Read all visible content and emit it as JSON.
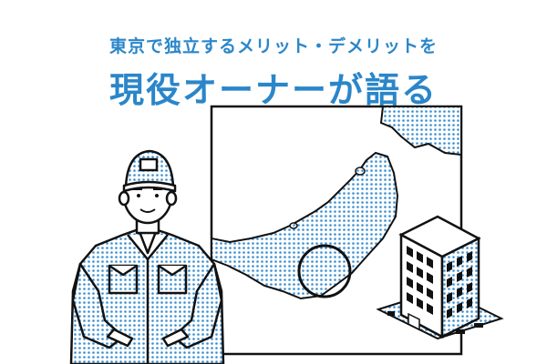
{
  "header": {
    "subtitle": "東京で独立するメリット・デメリットを",
    "title": "現役オーナーが語る"
  },
  "colors": {
    "accent": "#2a86c9",
    "ink": "#111111",
    "dot": "#3a8fd0",
    "background": "#ffffff"
  },
  "icons": [
    "map-of-japan",
    "tokyo-circle-marker",
    "worker-in-cap",
    "office-building"
  ]
}
